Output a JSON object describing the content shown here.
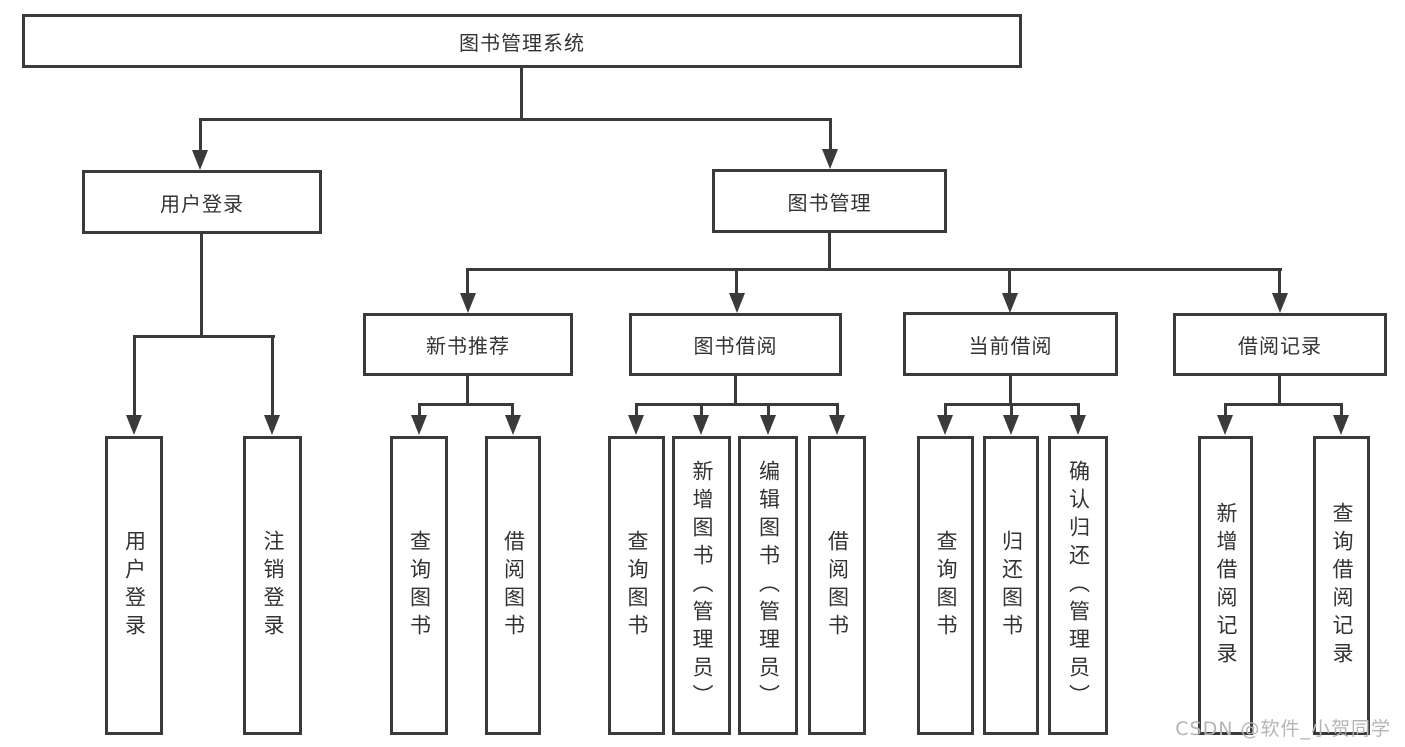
{
  "root": {
    "label": "图书管理系统"
  },
  "level2": {
    "user_login": {
      "label": "用户登录"
    },
    "book_mgmt": {
      "label": "图书管理"
    }
  },
  "level3": {
    "new_book": {
      "label": "新书推荐"
    },
    "book_borrow": {
      "label": "图书借阅"
    },
    "current_borrow": {
      "label": "当前借阅"
    },
    "borrow_record": {
      "label": "借阅记录"
    }
  },
  "leaves": {
    "user_login": {
      "login": "用户登录",
      "logout": "注销登录"
    },
    "new_book": {
      "query": "查询图书",
      "borrow": "借阅图书"
    },
    "book_borrow": {
      "query": "查询图书",
      "add": "新增图书（管理员）",
      "edit": "编辑图书（管理员）",
      "borrow": "借阅图书"
    },
    "current_borrow": {
      "query": "查询图书",
      "return": "归还图书",
      "confirm": "确认归还（管理员）"
    },
    "borrow_record": {
      "add": "新增借阅记录",
      "query": "查询借阅记录"
    }
  },
  "watermark": "CSDN @软件_小贺同学",
  "colors": {
    "line": "#3a3a3a",
    "text": "#333333",
    "watermark": "#b5b5b5",
    "background": "#ffffff"
  }
}
